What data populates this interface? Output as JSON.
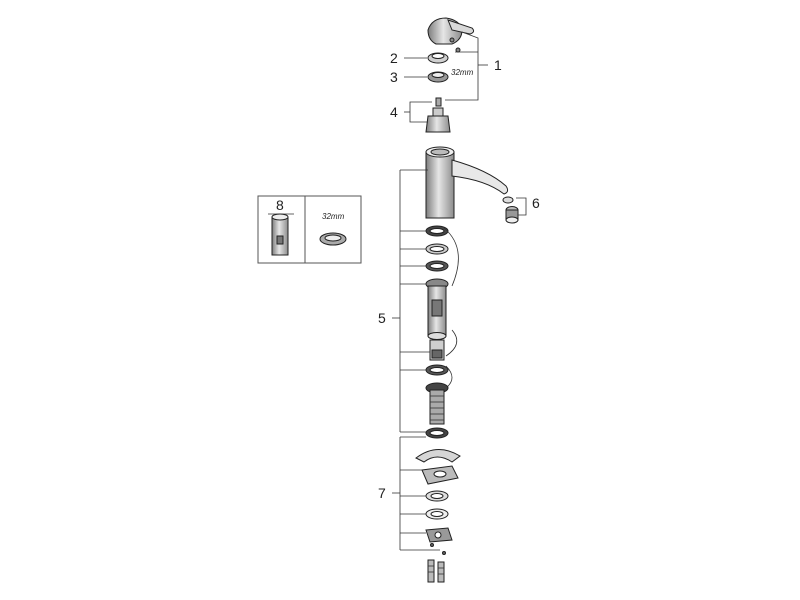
{
  "callouts": {
    "c1": "1",
    "c2": "2",
    "c3": "3",
    "c4": "4",
    "c5": "5",
    "c6": "6",
    "c7": "7",
    "c8": "8"
  },
  "dimensions": {
    "wrench_size": "32mm",
    "nut_size": "32mm"
  },
  "colors": {
    "line": "#333333",
    "part_fill": "#cfcfcf",
    "part_dark": "#8a8a8a",
    "inset_border": "#555555"
  }
}
